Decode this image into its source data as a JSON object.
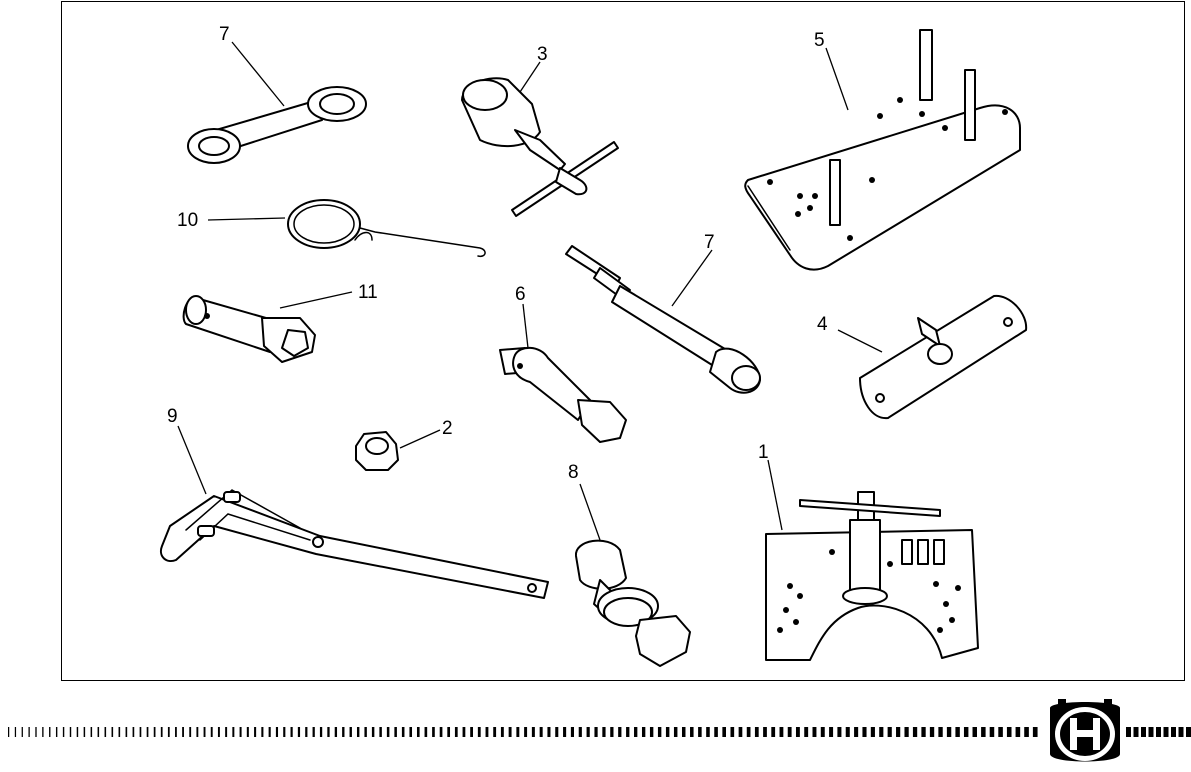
{
  "figure": {
    "callouts": [
      {
        "id": "c7a",
        "text": "7"
      },
      {
        "id": "c3",
        "text": "3"
      },
      {
        "id": "c5",
        "text": "5"
      },
      {
        "id": "c10",
        "text": "10"
      },
      {
        "id": "c7b",
        "text": "7"
      },
      {
        "id": "c11",
        "text": "11"
      },
      {
        "id": "c6",
        "text": "6"
      },
      {
        "id": "c4",
        "text": "4"
      },
      {
        "id": "c9",
        "text": "9"
      },
      {
        "id": "c2",
        "text": "2"
      },
      {
        "id": "c8",
        "text": "8"
      },
      {
        "id": "c1",
        "text": "1"
      }
    ]
  },
  "logo": {
    "letter": "H",
    "name": "husqvarna-logo"
  }
}
